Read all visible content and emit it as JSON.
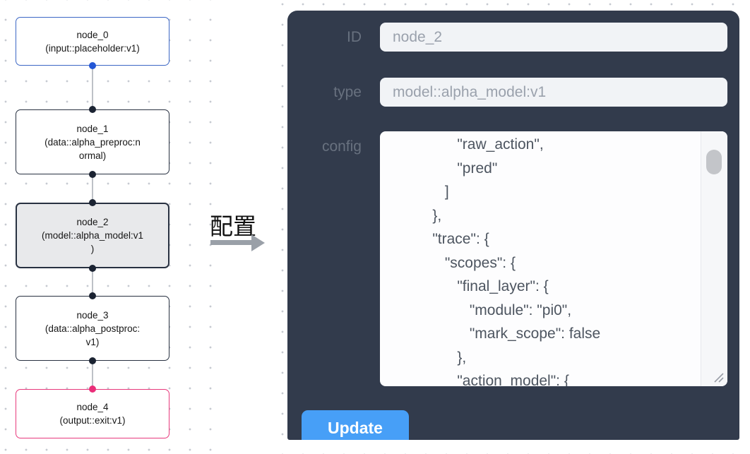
{
  "flow": {
    "nodes": [
      {
        "title": "node_0",
        "subtitle": "(input::placeholder:v1)",
        "variant": "input"
      },
      {
        "title": "node_1",
        "subtitle": "(data::alpha_preproc:n\normal)",
        "variant": "default"
      },
      {
        "title": "node_2",
        "subtitle": "(model::alpha_model:v1\n)",
        "variant": "selected"
      },
      {
        "title": "node_3",
        "subtitle": "(data::alpha_postproc:\nv1)",
        "variant": "default"
      },
      {
        "title": "node_4",
        "subtitle": "(output::exit:v1)",
        "variant": "output"
      }
    ],
    "arrow_label": "配置"
  },
  "panel": {
    "id_label": "ID",
    "id_value": "node_2",
    "type_label": "type",
    "type_value": "model::alpha_model:v1",
    "config_label": "config",
    "config_text": "                \"raw_action\",\n                \"pred\"\n             ]\n          },\n          \"trace\": {\n             \"scopes\": {\n                \"final_layer\": {\n                   \"module\": \"pi0\",\n                   \"mark_scope\": false\n                },\n                \"action_model\": {",
    "update_label": "Update"
  },
  "colors": {
    "panel_bg": "#323b4c",
    "accent_blue": "#479ff7",
    "input_node_border": "#3c67c5",
    "output_node_border": "#e8397c",
    "default_node_border": "#283141",
    "selected_node_bg": "#e8e9eb",
    "port_blue": "#2457d6",
    "port_pink": "#ea2e79"
  }
}
